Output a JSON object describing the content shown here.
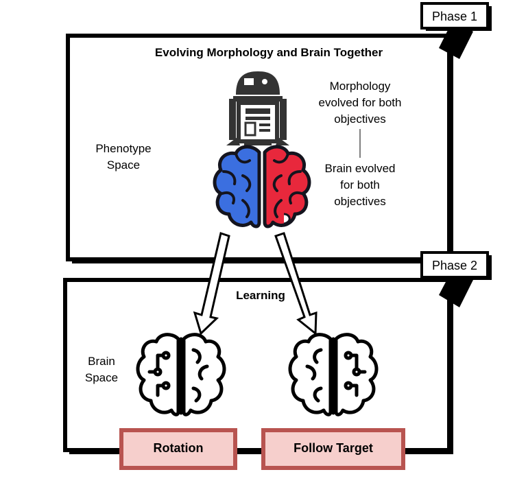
{
  "phase1": {
    "tag": "Phase 1",
    "title": "Evolving Morphology and Brain Together",
    "space_label": [
      "Phenotype",
      "Space"
    ],
    "morphology_note": [
      "Morphology",
      "evolved for both",
      "objectives"
    ],
    "brain_note": [
      "Brain evolved",
      "for both",
      "objectives"
    ]
  },
  "phase2": {
    "tag": "Phase 2",
    "title": "Learning",
    "space_label": [
      "Brain",
      "Space"
    ],
    "tasks": [
      "Rotation",
      "Follow Target"
    ]
  },
  "colors": {
    "frame": "#000000",
    "brain_left": "#3b6fe0",
    "brain_right": "#e8283c",
    "task_fill": "#f6cfcc",
    "task_border": "#b85450"
  },
  "icons": [
    "robot-icon",
    "brain-icon",
    "circuit-brain-icon",
    "arrow-down-icon"
  ]
}
